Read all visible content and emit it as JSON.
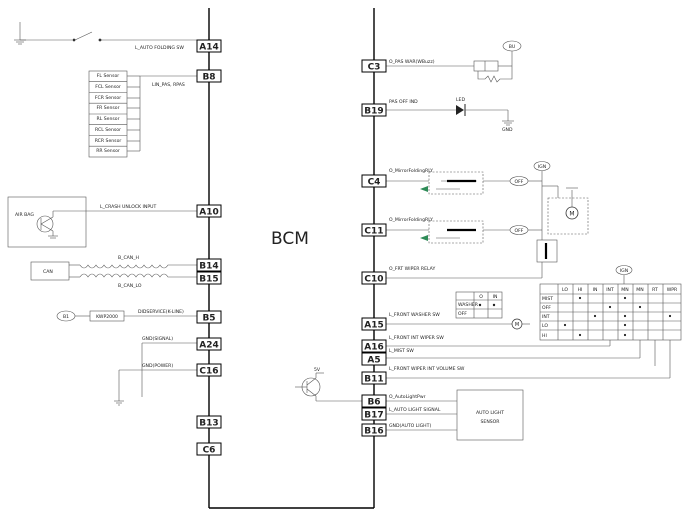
{
  "module": "BCM",
  "left_pins": [
    {
      "id": "A14",
      "signal": "L_AUTO FOLDING SW"
    },
    {
      "id": "B8",
      "signal": "LIN_PAS, RPAS"
    },
    {
      "id": "A10",
      "signal": "L_CRASH UNLOCK INPUT"
    },
    {
      "id": "B14",
      "signal": "B_CAN_H"
    },
    {
      "id": "B15",
      "signal": "B_CAN_LO"
    },
    {
      "id": "B5",
      "signal": "DIDSERVICE(K-LINE)"
    },
    {
      "id": "A24",
      "signal": "GND(SIGNAL)"
    },
    {
      "id": "C16",
      "signal": "GND(POWER)"
    },
    {
      "id": "B13",
      "signal": ""
    },
    {
      "id": "C6",
      "signal": ""
    }
  ],
  "right_pins": [
    {
      "id": "C3",
      "signal": "O_PAS WAR(WBuzz)"
    },
    {
      "id": "B19",
      "signal": "PAS OFF IND"
    },
    {
      "id": "C4",
      "signal": "O_MirrorFoldingRLY"
    },
    {
      "id": "C11",
      "signal": "O_MirrorFoldingRLY"
    },
    {
      "id": "C10",
      "signal": "O_FRT WIPER RELAY"
    },
    {
      "id": "A15",
      "signal": "L_FRONT WASHER SW"
    },
    {
      "id": "A16",
      "signal": "L_FRONT INT WIPER SW"
    },
    {
      "id": "A5",
      "signal": "L_MIST SW"
    },
    {
      "id": "B11",
      "signal": "L_FRONT WIPER INT VOLUME SW"
    },
    {
      "id": "B6",
      "signal": "O_AutoLightPwr"
    },
    {
      "id": "B17",
      "signal": "L_AUTO LIGHT SIGNAL"
    },
    {
      "id": "B16",
      "signal": "GND(AUTO LIGHT)"
    }
  ],
  "sensors": [
    "FL Sensor",
    "FCL Sensor",
    "FCR Sensor",
    "FR Sensor",
    "RL Sensor",
    "RCL Sensor",
    "RCR Sensor",
    "RR Sensor"
  ],
  "components": {
    "airbag": "AIR BAG",
    "can": "CAN",
    "kwp": "KWP2000",
    "b1": "B1",
    "led": "LED",
    "gnd": "GND",
    "bu": "BU",
    "ign": "IGN",
    "ign2": "IGN",
    "five_v": "5V",
    "auto_light_sensor_1": "AUTO LIGHT",
    "auto_light_sensor_2": "SENSOR",
    "off_1": "OFF",
    "off_2": "OFF"
  },
  "washer_table": {
    "cols": [
      "O",
      "IN"
    ],
    "rows": [
      "WASHER",
      "OFF"
    ]
  },
  "wiper_table": {
    "cols": [
      "LO",
      "HI",
      "IN",
      "INT",
      "MN",
      "MN",
      "RT",
      "WPR"
    ],
    "rows": [
      "MIST",
      "OFF",
      "INT",
      "LO",
      "HI"
    ]
  }
}
